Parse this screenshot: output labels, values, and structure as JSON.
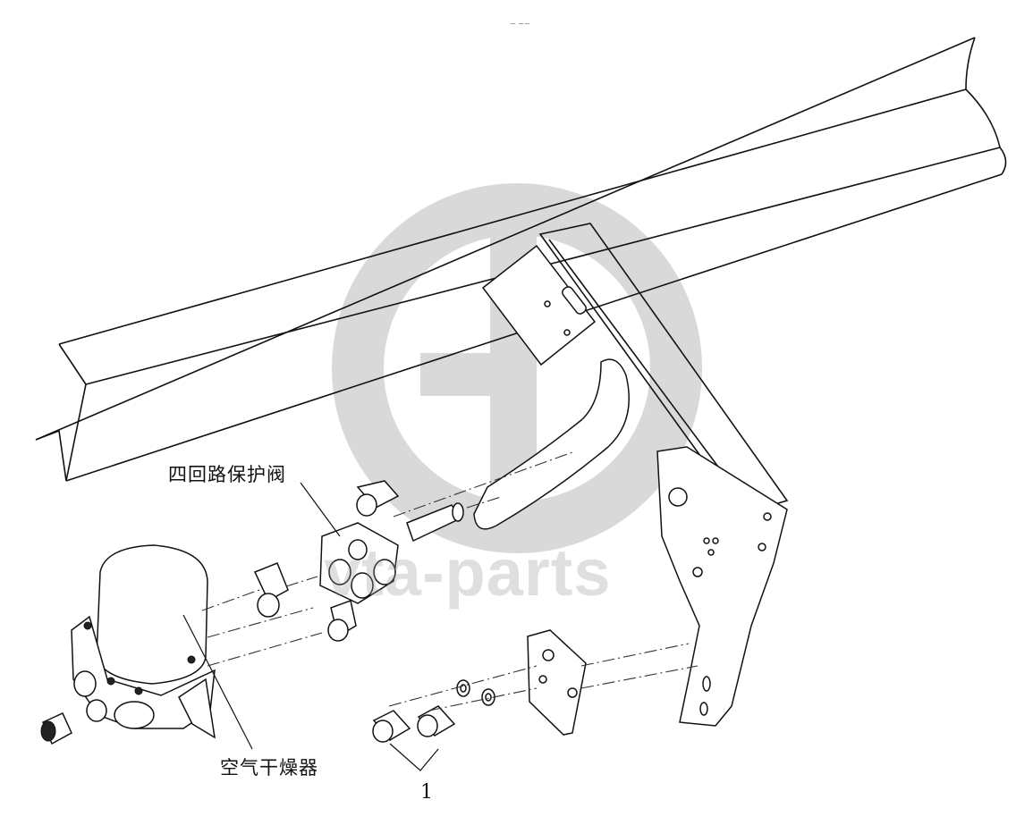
{
  "labels": {
    "four_circuit_valve": "四回路保护阀",
    "air_dryer": "空气干燥器",
    "part_number": "1",
    "header_mark": "~ ~~"
  },
  "watermark": {
    "text": "vta-parts",
    "color": "#9a9a9a"
  }
}
